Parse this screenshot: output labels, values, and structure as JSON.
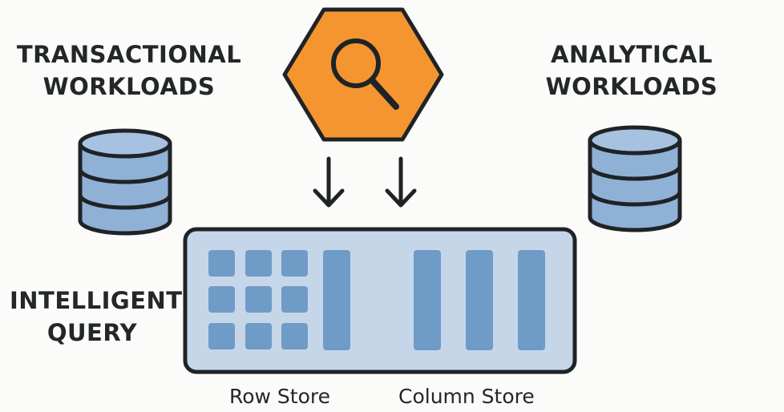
{
  "labels": {
    "transactional": {
      "line1": "TRANSACTIONAL",
      "line2": "WORKLOADS"
    },
    "analytical": {
      "line1": "ANALYTICAL",
      "line2": "WORKLOADS"
    },
    "intelligent": {
      "line1": "INTELLIGENT",
      "line2": "QUERY"
    },
    "row_store": "Row Store",
    "column_store": "Column Store"
  },
  "icons": {
    "query_hexagon": "search-icon",
    "left_database": "database-icon",
    "right_database": "database-icon",
    "arrows": "arrow-down-icon"
  },
  "colors": {
    "hexagon_fill": "#f59530",
    "outline": "#1f2326",
    "database_fill": "#8fb1d6",
    "panel_fill": "#c6d6e9",
    "block_fill": "#6f9bc7",
    "background": "#fbfbf9"
  }
}
